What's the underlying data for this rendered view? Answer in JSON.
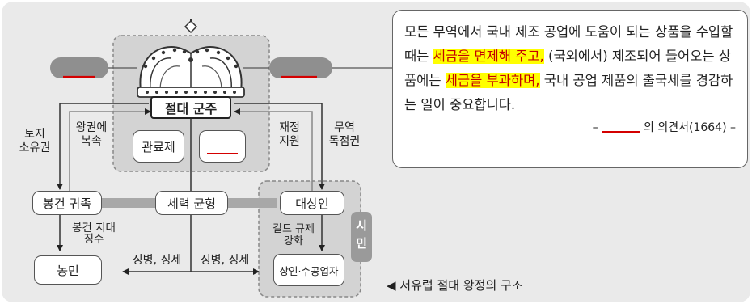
{
  "diagram": {
    "monarch": "절대 군주",
    "bureaucracy": "관료제",
    "nobles": "봉건 귀족",
    "balance": "세력 균형",
    "merchants": "대상인",
    "peasants": "농민",
    "artisans": "상인·수공업자",
    "citizens": "시민",
    "land_ownership": "토지\n소유권",
    "submission": "왕권에\n복속",
    "finance_support": "재정\n지원",
    "trade_monopoly": "무역\n독점권",
    "feudal_rent": "봉건 지대\n징수",
    "guild_control": "길드 규제\n강화",
    "conscription_left": "징병, 징세",
    "conscription_right": "징병, 징세",
    "caption": "◀ 서유럽 절대 왕정의 구조"
  },
  "quote": {
    "t1": "모든 무역에서 국내 제조 공업에 도움이 되는 상품을 수입할 때는 ",
    "h1": "세금을 면제해 주고,",
    "t2": " (국외에서) 제조되어 들어오는 상품에는 ",
    "h2": "세금을 부과하며,",
    "t3": " 국내 공업 제품의 출국세를 경감하는 일이 중요합니다.",
    "source_prefix": "–",
    "source_suffix": "의 의견서(1664) –"
  },
  "colors": {
    "highlight": "#ffff00",
    "highlight_text": "#c40000",
    "blank_line": "#d40000"
  }
}
